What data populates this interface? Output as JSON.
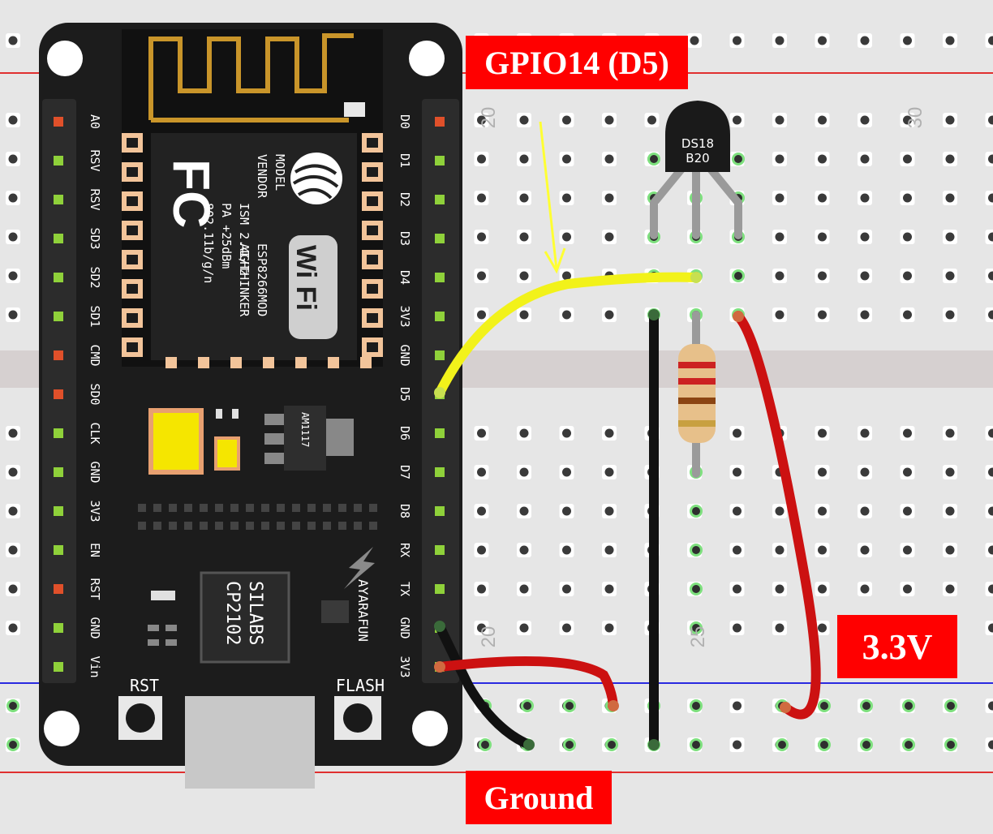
{
  "labels": {
    "gpio": "GPIO14 (D5)",
    "ground": "Ground",
    "power": "3.3V"
  },
  "breadboard": {
    "column_numbers": [
      "20",
      "30",
      "20",
      "25"
    ]
  },
  "sensor": {
    "marking_line1": "DS18",
    "marking_line2": "B20"
  },
  "module": {
    "left_pins": [
      "A0",
      "RSV",
      "RSV",
      "SD3",
      "SD2",
      "SD1",
      "CMD",
      "SD0",
      "CLK",
      "GND",
      "3V3",
      "EN",
      "RST",
      "GND",
      "Vin"
    ],
    "right_pins": [
      "D0",
      "D1",
      "D2",
      "D3",
      "D4",
      "3V3",
      "GND",
      "D5",
      "D6",
      "D7",
      "D8",
      "RX",
      "TX",
      "GND",
      "3V3"
    ],
    "rf_text": [
      "MODEL",
      "VENDOR",
      "ISM 2.4GHz",
      "PA +25dBm",
      "802.11b/g/n",
      "ESP8266MOD",
      "AI/THINKER"
    ],
    "fc_logo": "FC",
    "wifi_logo": "Wi Fi",
    "regulator": "AM1117",
    "usb_chip_line1": "SILABS",
    "usb_chip_line2": "CP2102",
    "maker": "AYARAFUN",
    "rst_label": "RST",
    "flash_label": "FLASH"
  },
  "colors": {
    "breadboard": "#e6e6e6",
    "module_pcb": "#1c1c1c",
    "signal_wire": "#f2f21a",
    "power_wire": "#cc1111",
    "ground_wire": "#111111",
    "label_bg": "#ff0000",
    "rail_red": "#e03030",
    "rail_blue": "#2a2ae0"
  }
}
